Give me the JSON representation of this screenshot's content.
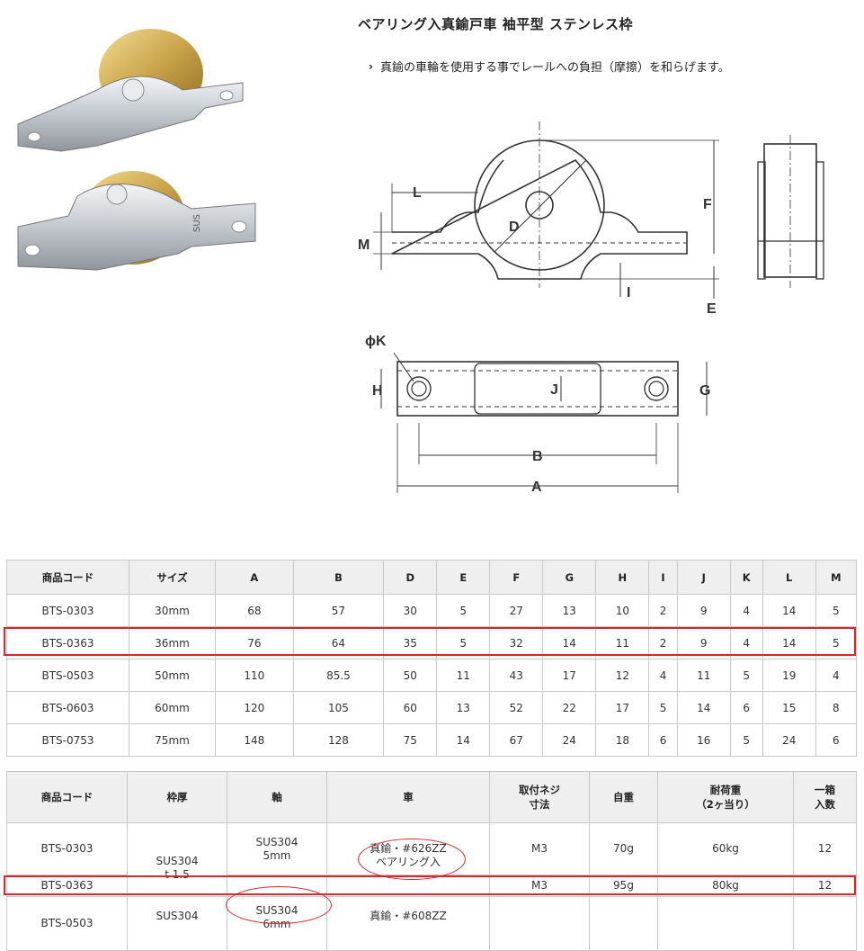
{
  "title": "ベアリング入真鍮戸車 袖平型 ステンレス枠",
  "bullet": "真鍮の車輪を使用する事でレールへの負担（摩擦）を和らげます。",
  "dimension_labels": {
    "L": "L",
    "M": "M",
    "D": "D",
    "F": "F",
    "I": "I",
    "E": "E",
    "phiK": "ϕK",
    "H": "H",
    "J": "J",
    "G": "G",
    "B": "B",
    "A": "A"
  },
  "table1": {
    "headers": [
      "商品コード",
      "サイズ",
      "A",
      "B",
      "D",
      "E",
      "F",
      "G",
      "H",
      "I",
      "J",
      "K",
      "L",
      "M"
    ],
    "rows": [
      [
        "BTS-0303",
        "30mm",
        "68",
        "57",
        "30",
        "5",
        "27",
        "13",
        "10",
        "2",
        "9",
        "4",
        "14",
        "5"
      ],
      [
        "BTS-0363",
        "36mm",
        "76",
        "64",
        "35",
        "5",
        "32",
        "14",
        "11",
        "2",
        "9",
        "4",
        "14",
        "5"
      ],
      [
        "BTS-0503",
        "50mm",
        "110",
        "85.5",
        "50",
        "11",
        "43",
        "17",
        "12",
        "4",
        "11",
        "5",
        "19",
        "4"
      ],
      [
        "BTS-0603",
        "60mm",
        "120",
        "105",
        "60",
        "13",
        "52",
        "22",
        "17",
        "5",
        "14",
        "6",
        "15",
        "8"
      ],
      [
        "BTS-0753",
        "75mm",
        "148",
        "128",
        "75",
        "14",
        "67",
        "24",
        "18",
        "6",
        "16",
        "5",
        "24",
        "6"
      ]
    ],
    "highlight_row": 1
  },
  "table2": {
    "headers": [
      "商品コード",
      "枠厚",
      "軸",
      "車",
      "取付ネジ寸法",
      "自重",
      "耐荷重（2ヶ当り）",
      "一箱入数"
    ],
    "header_lines": [
      [
        "商品コード"
      ],
      [
        "枠厚"
      ],
      [
        "軸"
      ],
      [
        "車"
      ],
      [
        "取付ネジ",
        "寸法"
      ],
      [
        "自重"
      ],
      [
        "耐荷重",
        "（2ヶ当り）"
      ],
      [
        "一箱",
        "入数"
      ]
    ],
    "rows": [
      {
        "code": "BTS-0303",
        "frame": "",
        "shaft": "",
        "wheel": "",
        "screw": "M3",
        "weight": "70g",
        "load": "60kg",
        "qty": "12"
      },
      {
        "code": "BTS-0363",
        "frame": "",
        "shaft": "",
        "wheel": "",
        "screw": "M3",
        "weight": "95g",
        "load": "80kg",
        "qty": "12"
      },
      {
        "code": "BTS-0503",
        "frame": "",
        "shaft": "",
        "wheel": "",
        "screw": "",
        "weight": "",
        "load": "",
        "qty": ""
      }
    ],
    "merged": {
      "frame_a": [
        "SUS304",
        "t 1.5"
      ],
      "shaft_a": [
        "SUS304",
        "5mm"
      ],
      "wheel_a": [
        "真鍮・#626ZZ",
        "ベアリング入"
      ],
      "frame_b": "SUS304",
      "shaft_b": [
        "SUS304",
        "6mm"
      ],
      "wheel_b": "真鍮・#608ZZ"
    },
    "highlight_row": 1
  },
  "colors": {
    "highlight": "#d9262c",
    "header_bg": "#efefef",
    "brass": "#c9a349",
    "steel": "#b8bdc2"
  }
}
